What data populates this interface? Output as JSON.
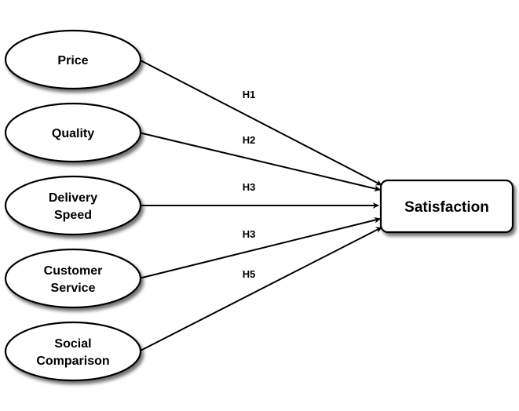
{
  "diagram": {
    "sources": [
      {
        "id": "price",
        "lines": [
          "Price"
        ]
      },
      {
        "id": "quality",
        "lines": [
          "Quality"
        ]
      },
      {
        "id": "delivery-speed",
        "lines": [
          "Delivery",
          "Speed"
        ]
      },
      {
        "id": "customer-service",
        "lines": [
          "Customer",
          "Service"
        ]
      },
      {
        "id": "social-comparison",
        "lines": [
          "Social",
          "Comparison"
        ]
      }
    ],
    "target": {
      "id": "satisfaction",
      "label": "Satisfaction"
    },
    "edges": [
      {
        "from": "price",
        "to": "satisfaction",
        "label": "H1"
      },
      {
        "from": "quality",
        "to": "satisfaction",
        "label": "H2"
      },
      {
        "from": "delivery-speed",
        "to": "satisfaction",
        "label": "H3"
      },
      {
        "from": "customer-service",
        "to": "satisfaction",
        "label": "H3"
      },
      {
        "from": "social-comparison",
        "to": "satisfaction",
        "label": "H5"
      }
    ],
    "colors": {
      "stroke": "#000000",
      "fill": "#ffffff",
      "shadow": "#7a7a7a"
    }
  }
}
